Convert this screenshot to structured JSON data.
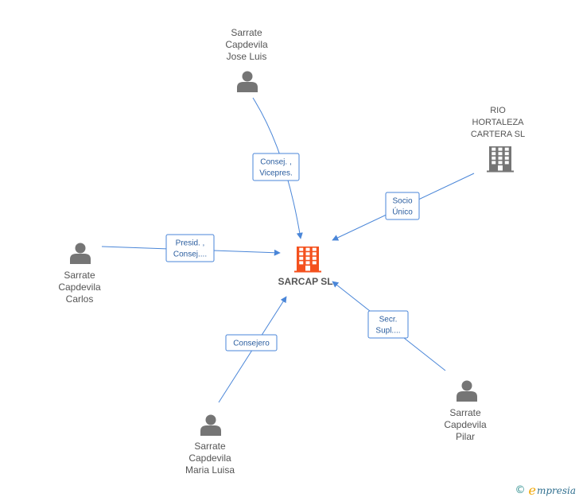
{
  "center": {
    "name": "SARCAP SL",
    "icon": "building-icon",
    "color": "#f4511e"
  },
  "nodes": [
    {
      "id": "jose-luis",
      "type": "person",
      "lines": [
        "Sarrate",
        "Capdevila",
        "Jose Luis"
      ]
    },
    {
      "id": "rio-hortaleza",
      "type": "company",
      "lines": [
        "RIO",
        "HORTALEZA",
        "CARTERA SL"
      ]
    },
    {
      "id": "carlos",
      "type": "person",
      "lines": [
        "Sarrate",
        "Capdevila",
        "Carlos"
      ]
    },
    {
      "id": "maria-luisa",
      "type": "person",
      "lines": [
        "Sarrate",
        "Capdevila",
        "Maria Luisa"
      ]
    },
    {
      "id": "pilar",
      "type": "person",
      "lines": [
        "Sarrate",
        "Capdevila",
        "Pilar"
      ]
    }
  ],
  "edges": [
    {
      "from": "jose-luis",
      "lines": [
        "Consej. ,",
        "Vicepres."
      ]
    },
    {
      "from": "rio-hortaleza",
      "lines": [
        "Socio",
        "Único"
      ]
    },
    {
      "from": "carlos",
      "lines": [
        "Presid. ,",
        "Consej...."
      ]
    },
    {
      "from": "maria-luisa",
      "lines": [
        "Consejero"
      ]
    },
    {
      "from": "pilar",
      "lines": [
        "Secr.",
        "Supl...."
      ]
    }
  ],
  "colors": {
    "edge": "#4a86d8",
    "node_icon": "#757575",
    "center_icon": "#f4511e"
  },
  "footer": {
    "copyright": "©",
    "brand_initial": "e",
    "brand_rest": "mpresia"
  }
}
